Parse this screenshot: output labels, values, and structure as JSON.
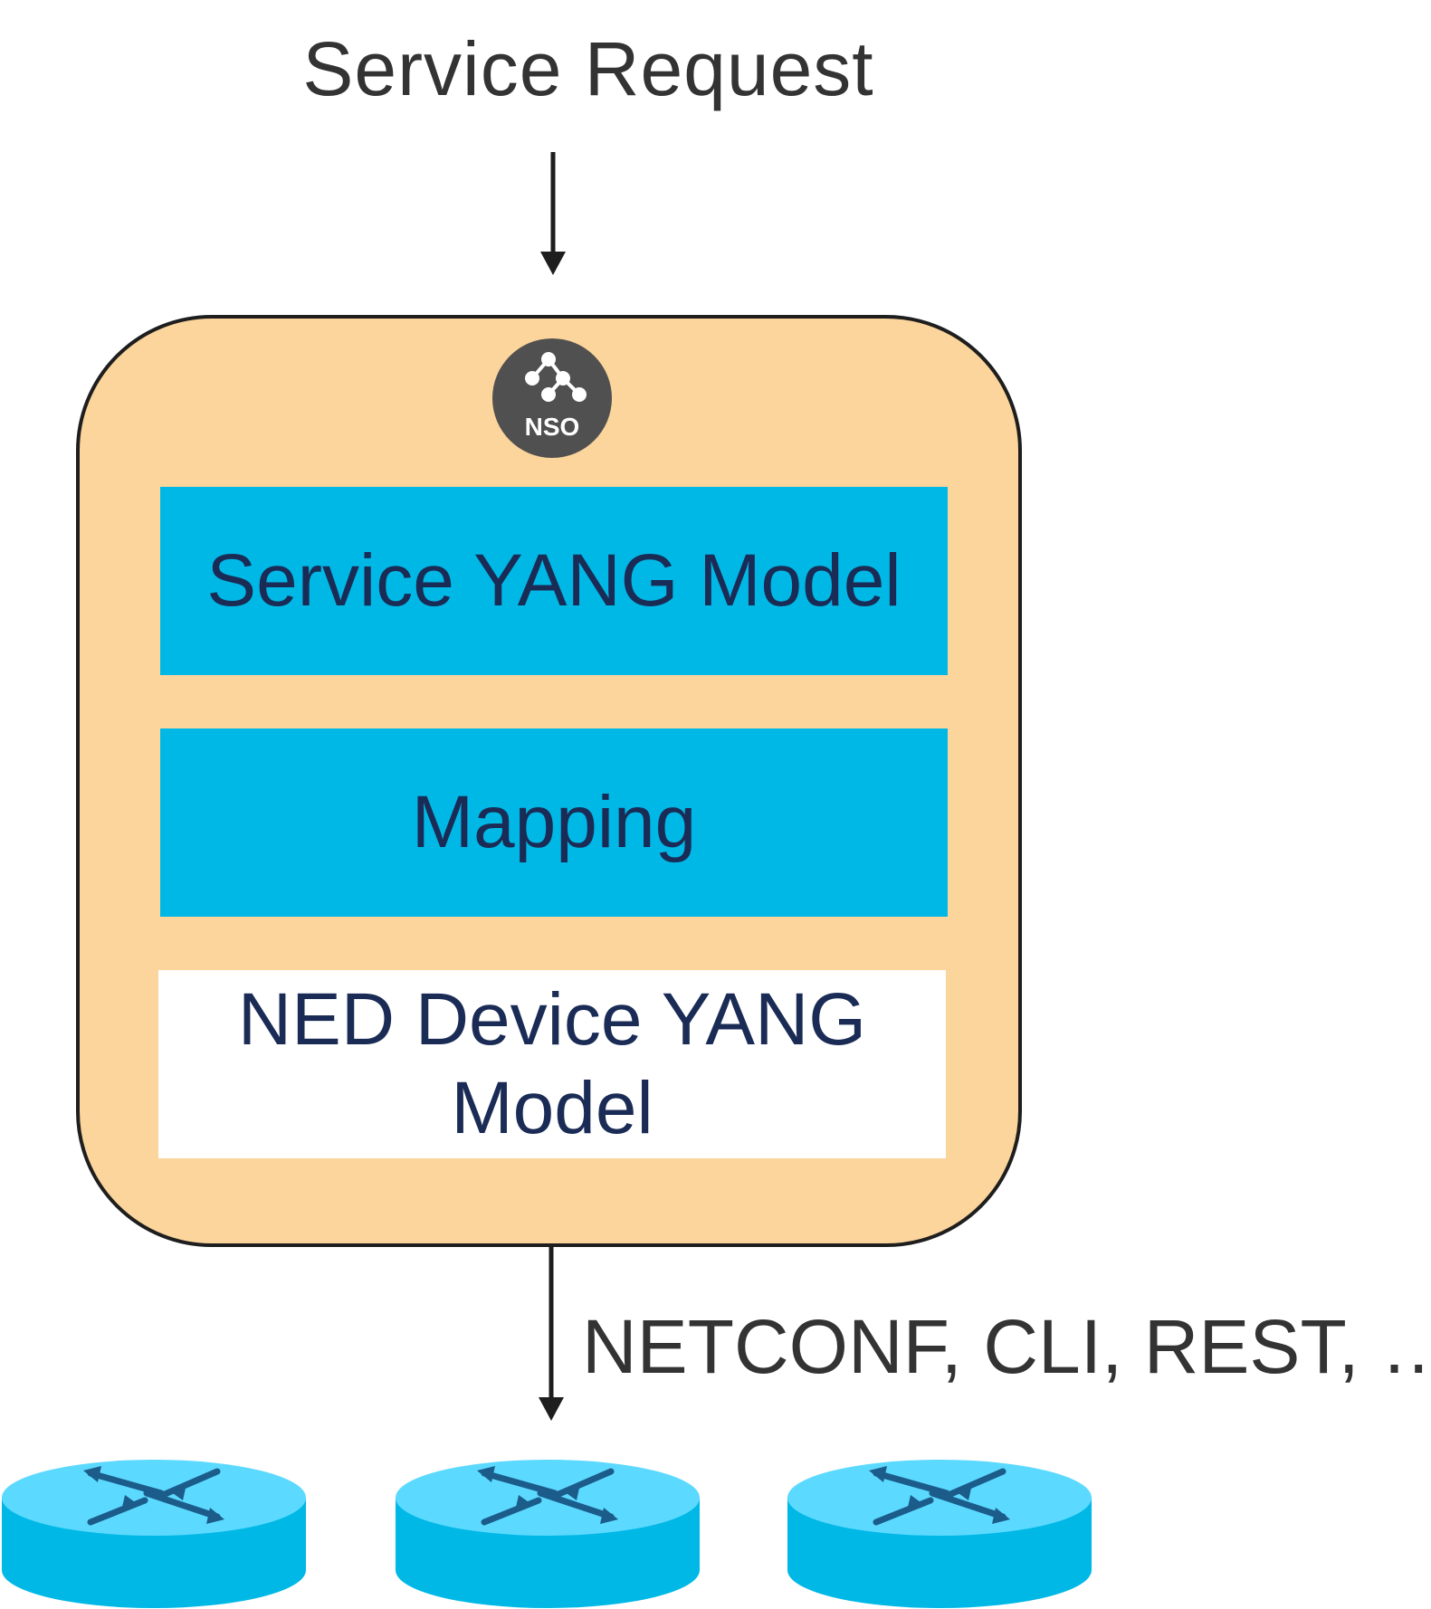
{
  "title": "Service Request",
  "nso": {
    "logo_label": "NSO",
    "layers": [
      {
        "label": "Service YANG Model"
      },
      {
        "label": "Mapping"
      },
      {
        "label": "NED Device YANG Model"
      }
    ]
  },
  "protocols_label": "NETCONF, CLI, REST, …",
  "routers": [
    {
      "icon": "router-icon"
    },
    {
      "icon": "router-icon"
    },
    {
      "icon": "router-icon"
    }
  ],
  "colors": {
    "nso_fill": "#fbd59b",
    "layer_fill": "#00b8e6",
    "router_top": "#5cd9ff",
    "router_side": "#00b8e6",
    "router_arrows": "#1b5c8a",
    "text_dark": "#1a2b55"
  }
}
